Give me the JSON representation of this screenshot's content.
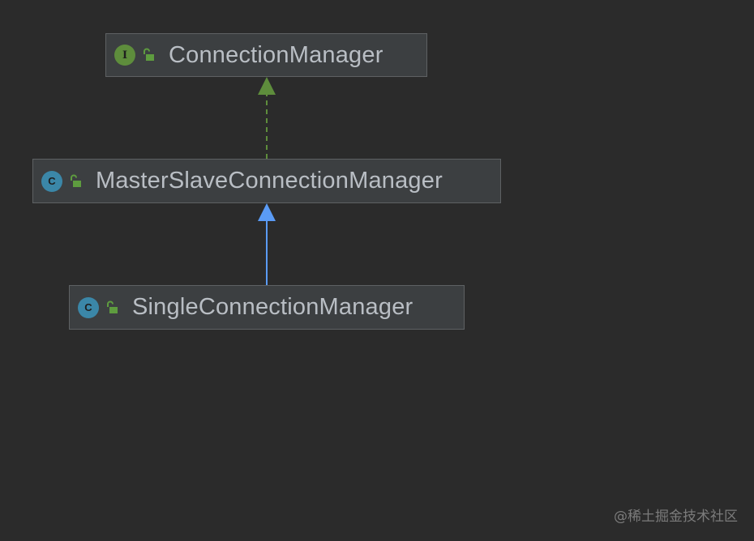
{
  "nodes": [
    {
      "id": "connection-manager",
      "label": "ConnectionManager",
      "kind": "interface",
      "badge": "I",
      "visibility_icon": "unlocked-padlock-icon"
    },
    {
      "id": "master-slave-connection-manager",
      "label": "MasterSlaveConnectionManager",
      "kind": "class",
      "badge": "C",
      "visibility_icon": "unlocked-padlock-icon"
    },
    {
      "id": "single-connection-manager",
      "label": "SingleConnectionManager",
      "kind": "class",
      "badge": "C",
      "visibility_icon": "unlocked-padlock-icon"
    }
  ],
  "edges": [
    {
      "from": "master-slave-connection-manager",
      "to": "connection-manager",
      "type": "implements",
      "style": "dashed",
      "color": "#5e8d3c"
    },
    {
      "from": "single-connection-manager",
      "to": "master-slave-connection-manager",
      "type": "extends",
      "style": "solid",
      "color": "#5a9bf5"
    }
  ],
  "colors": {
    "background": "#2b2b2b",
    "node_fill": "#3c3f41",
    "node_border": "#5e6163",
    "label": "#b9bec4",
    "interface_badge": "#5e8d3c",
    "class_badge": "#3b87a8",
    "implements_arrow": "#5e8d3c",
    "extends_arrow": "#5a9bf5"
  },
  "watermark": "@稀土掘金技术社区"
}
